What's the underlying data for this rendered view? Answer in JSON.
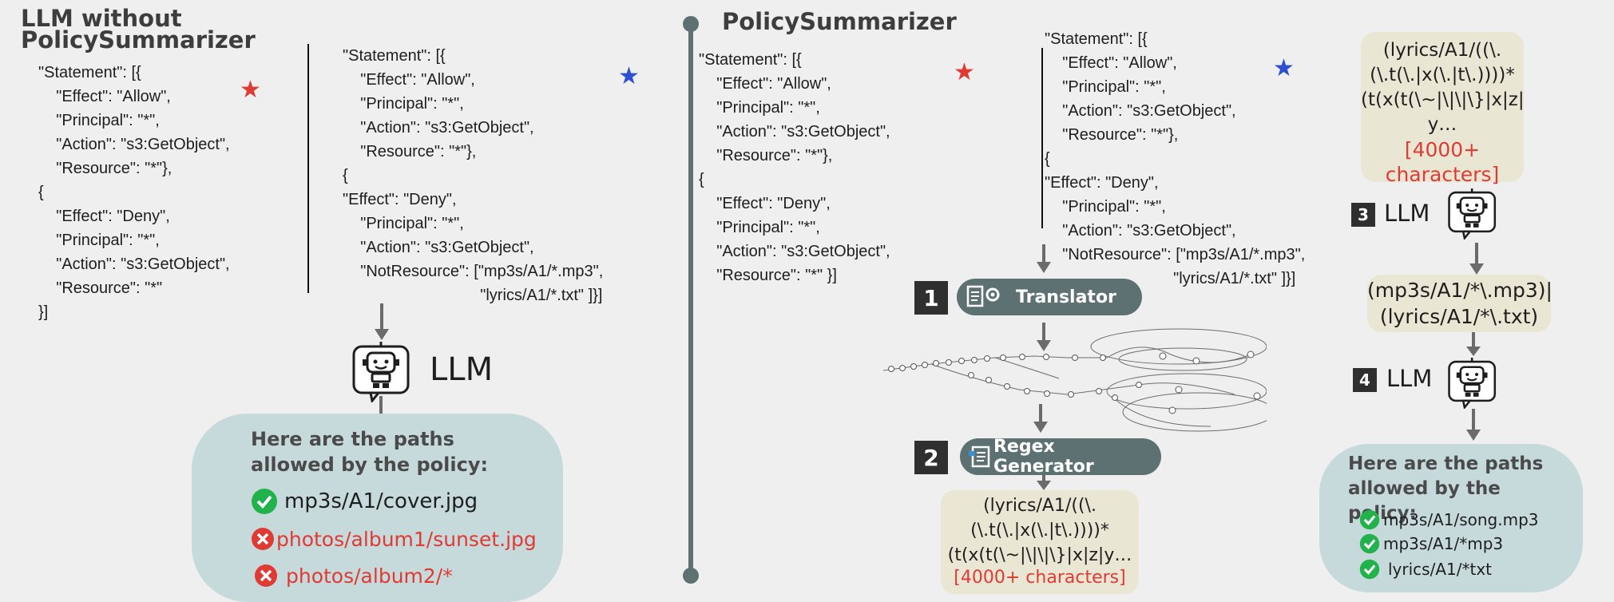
{
  "left": {
    "title_line1": "LLM without",
    "title_line2": "PolicySummarizer",
    "policy_a": "\"Statement\": [{\n    \"Effect\": \"Allow\",\n    \"Principal\": \"*\",\n    \"Action\": \"s3:GetObject\",\n    \"Resource\": \"*\"},\n{\n    \"Effect\": \"Deny\",\n    \"Principal\": \"*\",\n    \"Action\": \"s3:GetObject\",\n    \"Resource\": \"*\"\n}]",
    "policy_b": "\"Statement\": [{\n    \"Effect\": \"Allow\",\n    \"Principal\": \"*\",\n    \"Action\": \"s3:GetObject\",\n    \"Resource\": \"*\"},\n{\n\"Effect\": \"Deny\",\n    \"Principal\": \"*\",\n    \"Action\": \"s3:GetObject\",\n    \"NotResource\": [\"mp3s/A1/*.mp3\",\n                               \"lyrics/A1/*.txt\" ]}]",
    "llm_label": "LLM",
    "answer_title": "Here are the paths allowed by the policy:",
    "answers": [
      {
        "text": "mp3s/A1/cover.jpg",
        "status": "ok"
      },
      {
        "text": "photos/album1/sunset.jpg",
        "status": "wrong"
      },
      {
        "text": "photos/album2/*",
        "status": "wrong"
      }
    ]
  },
  "right": {
    "title": "PolicySummarizer",
    "policy_a": "\"Statement\": [{\n    \"Effect\": \"Allow\",\n    \"Principal\": \"*\",\n    \"Action\": \"s3:GetObject\",\n    \"Resource\": \"*\"},\n{\n    \"Effect\": \"Deny\",\n    \"Principal\": \"*\",\n    \"Action\": \"s3:GetObject\",\n    \"Resource\": \"*\" }]",
    "policy_b": "\"Statement\": [{\n    \"Effect\": \"Allow\",\n    \"Principal\": \"*\",\n    \"Action\": \"s3:GetObject\",\n    \"Resource\": \"*\"},\n{\n\"Effect\": \"Deny\",\n    \"Principal\": \"*\",\n    \"Action\": \"s3:GetObject\",\n    \"NotResource\": [\"mp3s/A1/*.mp3\",\n                             \"lyrics/A1/*.txt\" ]}]",
    "steps": [
      {
        "num": "1",
        "label": "Translator"
      },
      {
        "num": "2",
        "label": "Regex Generator"
      },
      {
        "num": "3",
        "label": "LLM"
      },
      {
        "num": "4",
        "label": "LLM"
      }
    ],
    "regex_bottom": "(lyrics/A1/((\\.\n(\\.t(\\.|x(\\.|t\\.))))*\n(t(x(t(\\~|\\|\\|\\}|x|z|y…",
    "regex_bottom_note": "[4000+ characters]",
    "regex_top": "(lyrics/A1/((\\.\n(\\.t(\\.|x(\\.|t\\.))))*\n(t(x(t(\\~|\\|\\|\\}|x|z|\ny…",
    "regex_top_note": "[4000+\ncharacters]",
    "summary_regex": "(mp3s/A1/*\\.mp3)|\n(lyrics/A1/*\\.txt)",
    "answer_title": "Here are the paths allowed by the policy:",
    "answers": [
      {
        "text": "mp3s/A1/song.mp3",
        "status": "ok"
      },
      {
        "text": "mp3s/A1/*mp3",
        "status": "ok"
      },
      {
        "text": "lyrics/A1/*txt",
        "status": "ok"
      }
    ]
  },
  "colors": {
    "red_star": "#e03a34",
    "blue_star": "#2e4fd1",
    "pill": "#5d7172",
    "bubble": "#c7dadb",
    "regex_box": "#eae6d4",
    "check": "#22b24c",
    "cross": "#e03a34"
  }
}
